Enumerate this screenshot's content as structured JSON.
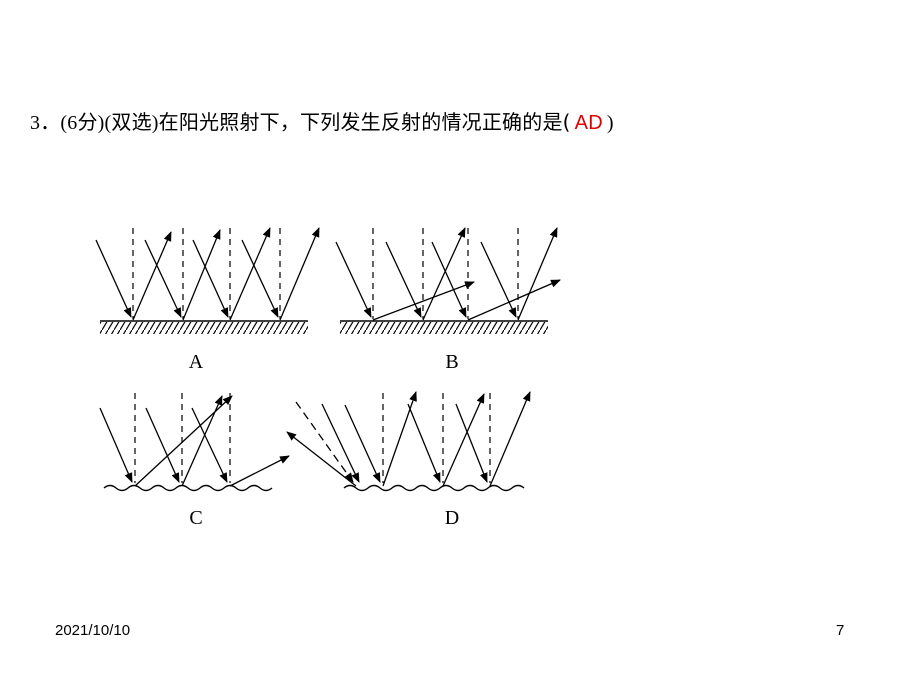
{
  "slide": {
    "question_prefix": "3．(6分)(双选)",
    "question_text": "在阳光照射下，下列发生反射的情况正确的是(",
    "answer": "AD",
    "question_suffix": ")"
  },
  "figure": {
    "labels": {
      "a": "A",
      "b": "B",
      "c": "C",
      "d": "D"
    }
  },
  "footer": {
    "date": "2021/10/10",
    "page_number": "7"
  }
}
